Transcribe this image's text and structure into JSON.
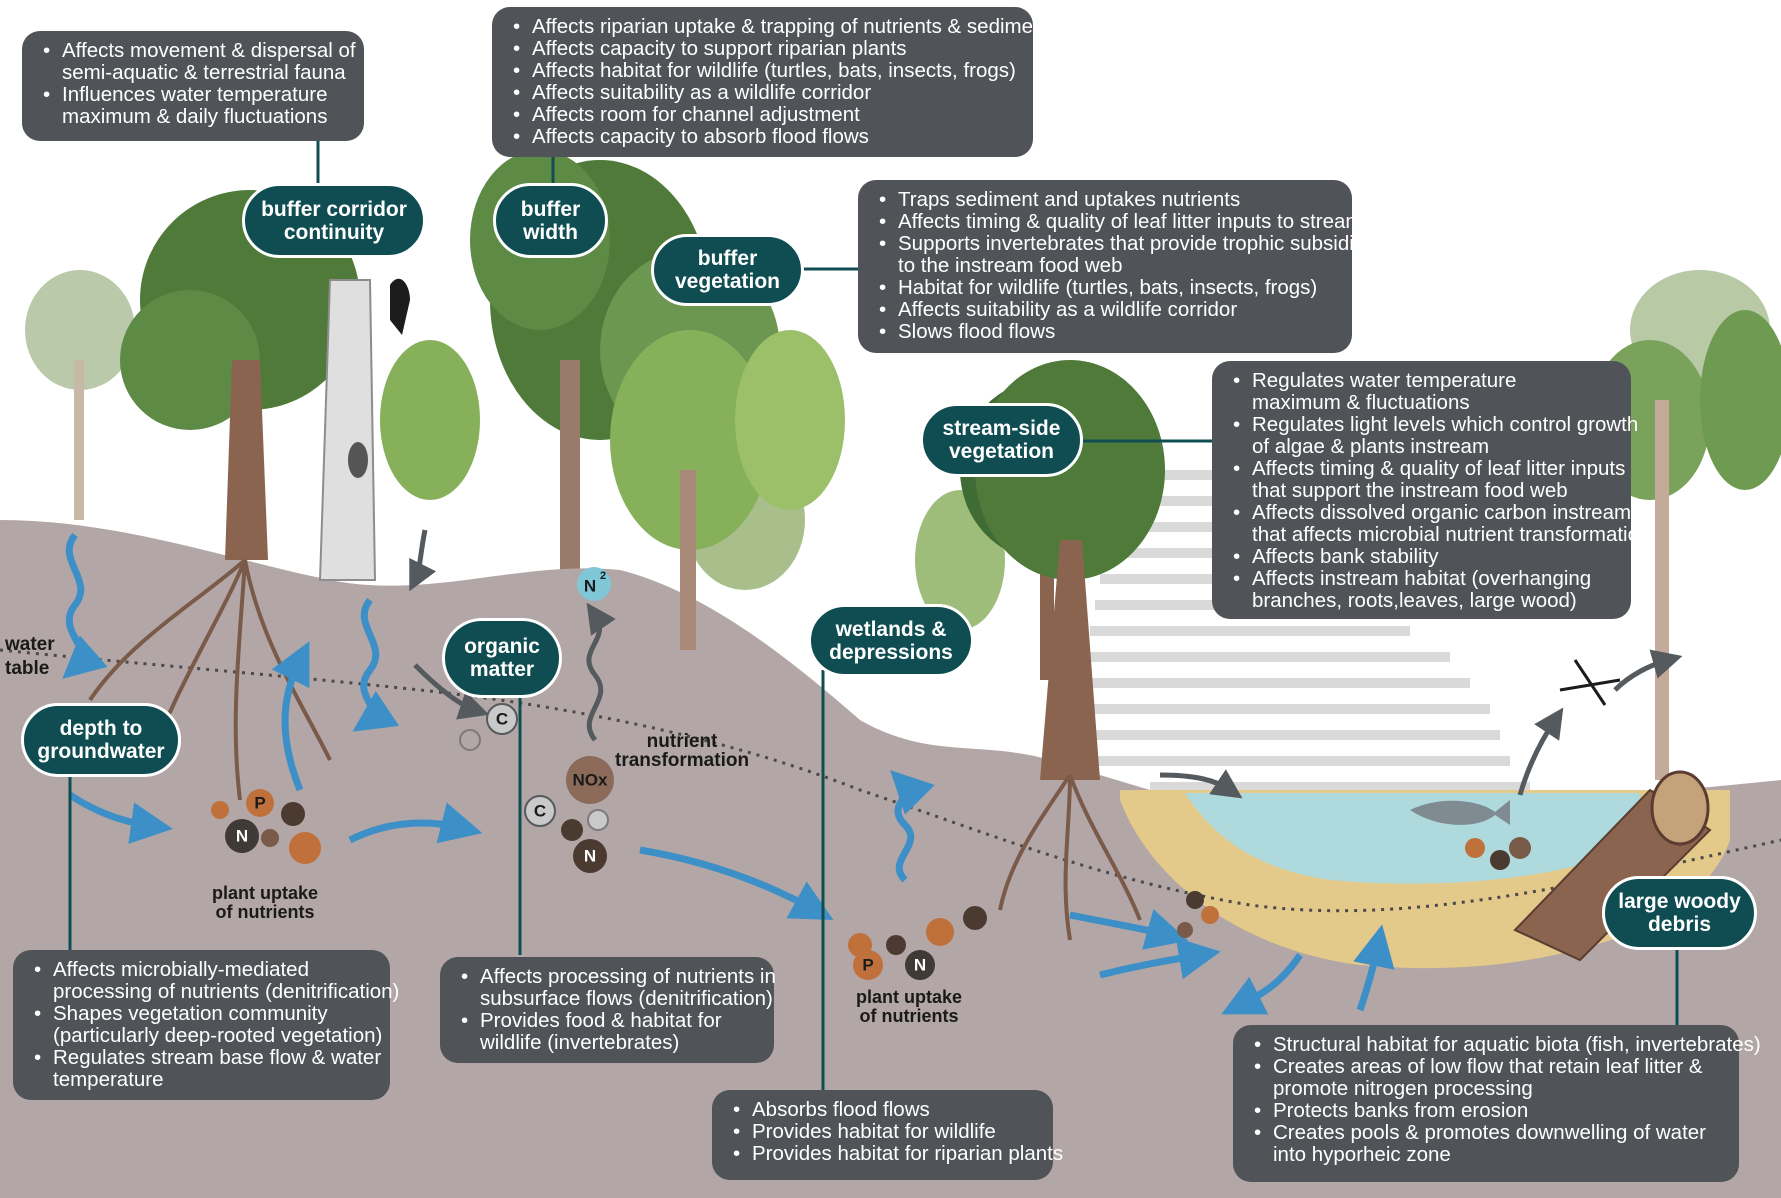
{
  "labels": {
    "buffer_corridor_continuity": "buffer corridor\ncontinuity",
    "buffer_width": "buffer\nwidth",
    "buffer_vegetation": "buffer\nvegetation",
    "stream_side_vegetation": "stream-side\nvegetation",
    "organic_matter": "organic\nmatter",
    "wetlands_depressions": "wetlands &\ndepressions",
    "depth_to_groundwater": "depth to\ngroundwater",
    "large_woody_debris": "large woody\ndebris"
  },
  "boxes": {
    "corridor": [
      "Affects movement & dispersal of",
      "semi-aquatic & terrestrial fauna",
      "Influences water temperature",
      "maximum & daily fluctuations"
    ],
    "width": [
      "Affects riparian uptake & trapping of nutrients & sediment",
      "Affects capacity to support riparian plants",
      "Affects habitat for wildlife  (turtles, bats, insects, frogs)",
      "Affects suitability as a wildlife corridor",
      "Affects room for channel adjustment",
      "Affects capacity to absorb flood flows"
    ],
    "vegetation": [
      "Traps sediment and uptakes nutrients",
      "Affects timing & quality of leaf litter inputs to stream",
      "Supports invertebrates that provide trophic subsidies",
      "to the instream food web",
      "Habitat for wildlife (turtles, bats, insects, frogs)",
      "Affects suitability as a wildlife corridor",
      "Slows flood flows"
    ],
    "streamside": [
      "Regulates water temperature",
      "maximum & fluctuations",
      "Regulates light levels which control growth",
      "of algae & plants instream",
      "Affects timing & quality of leaf litter inputs",
      "that support the instream food web",
      "Affects dissolved organic carbon instream",
      "that affects microbial nutrient transformation",
      "Affects bank stability",
      "Affects instream habitat (overhanging",
      "branches, roots,leaves, large wood)"
    ],
    "groundwater": [
      "Affects microbially-mediated",
      "processing of nutrients (denitrification)",
      "Shapes vegetation community",
      "(particularly deep-rooted vegetation)",
      "Regulates stream base flow & water",
      "temperature"
    ],
    "organic": [
      "Affects processing of nutrients in",
      "subsurface flows (denitrification)",
      "Provides food & habitat for",
      "wildlife (invertebrates)"
    ],
    "wetlands": [
      "Absorbs flood flows",
      "Provides habitat for wildlife",
      "Provides habitat for riparian plants"
    ],
    "woody": [
      "Structural habitat for aquatic biota (fish, invertebrates)",
      "Creates areas of low flow that retain leaf litter &",
      "promote nitrogen processing",
      "Protects banks from erosion",
      "Creates pools & promotes downwelling of water",
      "into hyporheic zone"
    ]
  },
  "continuation_lines": {
    "corridor": [
      1,
      3
    ],
    "width": [],
    "vegetation": [
      3
    ],
    "streamside": [
      1,
      3,
      5,
      7,
      10
    ],
    "groundwater": [
      1,
      3,
      5
    ],
    "organic": [
      1,
      3
    ],
    "wetlands": [],
    "woody": [
      2,
      5
    ]
  },
  "annotations": {
    "water_table": "water\ntable",
    "nutrient_transformation": "nutrient\ntransformation",
    "plant_uptake_left": "plant uptake\nof nutrients",
    "plant_uptake_right": "plant uptake\nof nutrients"
  },
  "nutrients": {
    "P": "P",
    "N": "N",
    "C": "C",
    "NOx": "NOx",
    "N2": "N",
    "N2_sup": "2"
  },
  "colors": {
    "box_bg": "#505357",
    "pill_bg": "#0f4d52",
    "soil": "#b3a6a6",
    "sand": "#e3c98a",
    "water": "#a9dbe5",
    "tree_dark": "#4f7a3a",
    "tree_light": "#86b05a",
    "trunk": "#8b6450",
    "arrow_blue": "#3d8fc7"
  }
}
